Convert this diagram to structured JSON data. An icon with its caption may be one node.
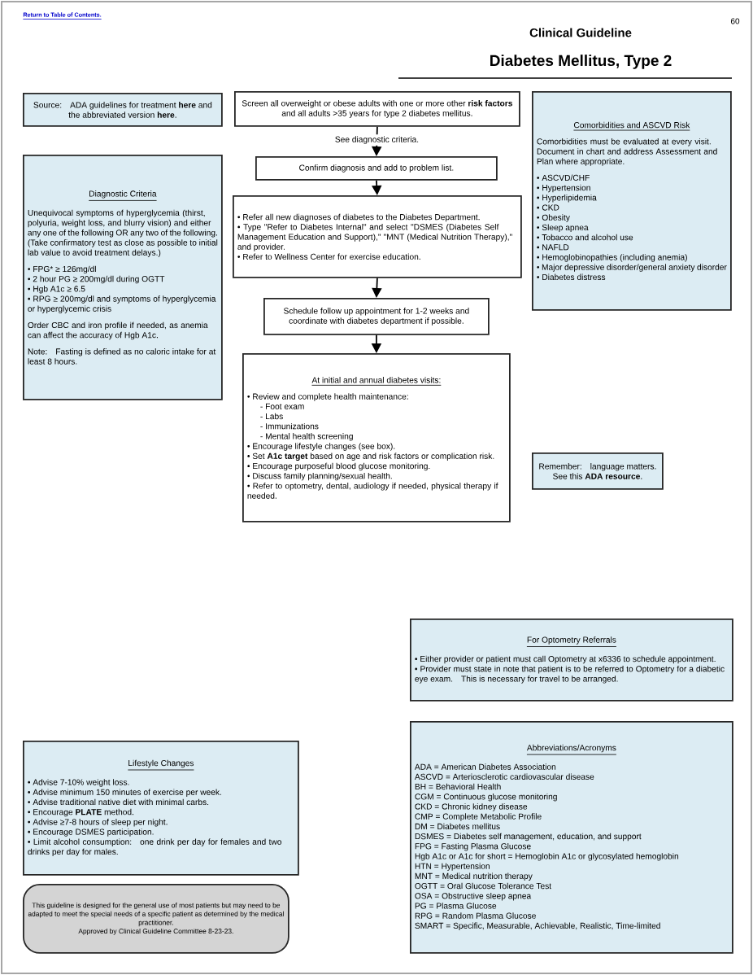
{
  "diagram": {
    "title": "Diabetes Mellitus, Type 2",
    "nodes": [
      {
        "text": [
          "Source: ADA guidelines for treatment **here** and the abbreviated version **here**."
        ]
      },
      {
        "text": [
          "Screen all overweight or obese adults with one or more other **risk factors** and all adults >35 years for type 2 diabetes mellitus."
        ]
      },
      {
        "text": [
          "Comorbidities and ASCVD Risk",
          "Comorbidities must be evaluated at every visit. Document in chart and address Assessment and Plan where appropriate.",
          "• ASCVD/CHF",
          "• Hypertension",
          "• Hyperlipidemia",
          "• CKD",
          "• Obesity",
          "• Sleep apnea",
          "• Tobacco and alcohol use",
          "• NAFLD",
          "• Hemoglobinopathies (including anemia)",
          "• Major depressive disorder/general anxiety disorder",
          "• Diabetes distress"
        ]
      },
      {
        "text": [
          "Diagnostic Criteria",
          "Unequivocal symptoms of hyperglycemia (thirst, polyuria, weight loss, and blurry vision) and either any one of the following OR any two of the following. (Take confirmatory test as close as possible to initial lab value to avoid treatment delays.)",
          "• FPG* ≥ 126mg/dl",
          "• 2 hour PG ≥ 200mg/dl during OGTT",
          "• Hgb A1c ≥ 6.5",
          "• RPG ≥ 200mg/dl and symptoms of hyperglycemia or hyperglycemic crisis",
          "Order CBC and iron profile if needed, as anemia can affect the accuracy of Hgb A1c.",
          "Note: Fasting is defined as no caloric intake for at least 8 hours."
        ]
      },
      {
        "text": [
          "Confirm diagnosis and add to problem list."
        ]
      },
      {
        "text": [
          "• Refer all new diagnoses of diabetes to the Diabetes Department.",
          "• Type \"Refer to Diabetes Internal\" and select \"DSMES (Diabetes Self Management Education and Support),\" \"MNT (Medical Nutrition Therapy),\" and provider.",
          "• Refer to Wellness Center for exercise education."
        ]
      },
      {
        "text": [
          "Schedule follow up appointment for 1-2 weeks and coordinate with diabetes department if possible."
        ]
      },
      {
        "text": [
          "At initial and annual diabetes visits:",
          "• Review and complete health maintenance:",
          "- Foot exam",
          "- Labs",
          "- Immunizations",
          "- Mental health screening",
          "• Encourage lifestyle changes (see box).",
          "• Set **A1c target** based on age and risk factors or complication risk.",
          "• Encourage purposeful blood glucose monitoring.",
          "• Discuss family planning/sexual health.",
          "• Refer to optometry, dental, audiology if needed, physical therapy if needed."
        ]
      },
      {
        "text": [
          "Remember: language matters. See this **ADA resource**."
        ]
      },
      {
        "text": [
          "For Optometry Referrals",
          "• Either provider or patient must call Optometry at x6336 to schedule appointment.",
          "• Provider must state in note that patient is to be referred to Optometry for a diabetic eye exam. This is necessary for travel to be arranged."
        ]
      },
      {
        "text": [
          "Lifestyle Changes",
          "• Advise 7-10% weight loss.",
          "• Advise minimum 150 minutes of exercise per week.",
          "• Advise traditional native diet with minimal carbs.",
          "• Encourage **PLATE** method.",
          "• Advise ≥7-8 hours of sleep per night.",
          "• Encourage DSMES participation.",
          "• Limit alcohol consumption: one drink per day for females and two drinks per day for males."
        ]
      },
      {
        "text": [
          "This guideline is designed for the general use of most patients but may need to be adapted to meet the special needs of a specific patient as determined by the medical practitioner.",
          "Approved by Clinical Guideline Committee 8-23-23."
        ]
      },
      {
        "text": [
          "Abbreviations/Acronyms",
          "ADA = American Diabetes Association",
          "ASCVD = Arteriosclerotic cardiovascular disease",
          "BH = Behavioral Health",
          "CGM = Continuous glucose monitoring",
          "CKD = Chronic kidney disease",
          "CMP = Complete Metabolic Profile",
          "DM = Diabetes mellitus",
          "DSMES = Diabetes self management, education, and support",
          "FPG = Fasting Plasma Glucose",
          "Hgb A1c or A1c for short = Hemoglobin A1c or glycosylated hemoglobin",
          "HTN = Hypertension",
          "MNT = Medical nutrition therapy",
          "OGTT = Oral Glucose Tolerance Test",
          "OSA = Obstructive sleep apnea",
          "PG = Plasma Glucose",
          "RPG = Random Plasma Glucose",
          "SMART = Specific, Measurable, Achievable, Realistic, Time-limited"
        ]
      }
    ],
    "edges": [
      {
        "from": 1,
        "to": 4,
        "arrow": "to",
        "label": "See diagnostic criteria."
      },
      {
        "from": 4,
        "to": 5,
        "arrow": "to"
      },
      {
        "from": 5,
        "to": 6,
        "arrow": "to"
      },
      {
        "from": 6,
        "to": 7,
        "arrow": "to"
      }
    ],
    "labels": [
      "Return to Table of Contents.",
      "60",
      "Clinical Guideline"
    ]
  }
}
